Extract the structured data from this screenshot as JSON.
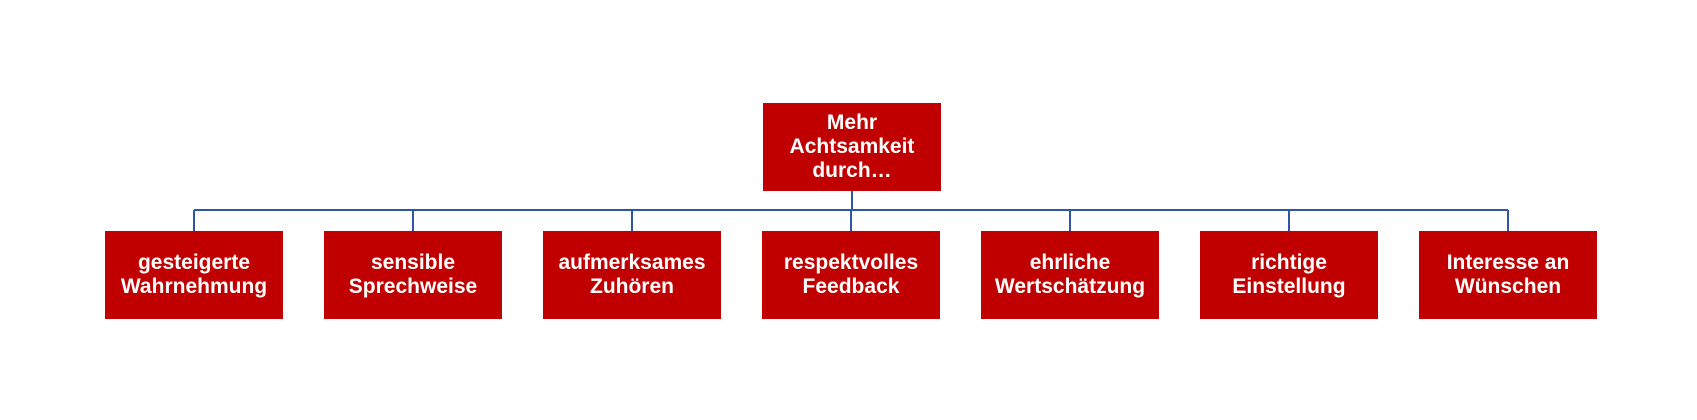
{
  "colors": {
    "box_fill": "#c00000",
    "box_text": "#ffffff",
    "connector": "#2f55a4",
    "background": "#ffffff"
  },
  "root": {
    "label_lines": [
      "Mehr",
      "Achtsamkeit",
      "durch…"
    ]
  },
  "children": [
    {
      "id": "gesteigerte-wahrnehmung",
      "label_lines": [
        "gesteigerte",
        "Wahrnehmung"
      ]
    },
    {
      "id": "sensible-sprechweise",
      "label_lines": [
        "sensible",
        "Sprechweise"
      ]
    },
    {
      "id": "aufmerksames-zuhoeren",
      "label_lines": [
        "aufmerksames",
        "Zuhören"
      ]
    },
    {
      "id": "respektvolles-feedback",
      "label_lines": [
        "respektvolles",
        "Feedback"
      ]
    },
    {
      "id": "ehrliche-wertschaetzung",
      "label_lines": [
        "ehrliche",
        "Wertschätzung"
      ]
    },
    {
      "id": "richtige-einstellung",
      "label_lines": [
        "richtige",
        "Einstellung"
      ]
    },
    {
      "id": "interesse-an-wuenschen",
      "label_lines": [
        "Interesse an",
        "Wünschen"
      ]
    }
  ]
}
